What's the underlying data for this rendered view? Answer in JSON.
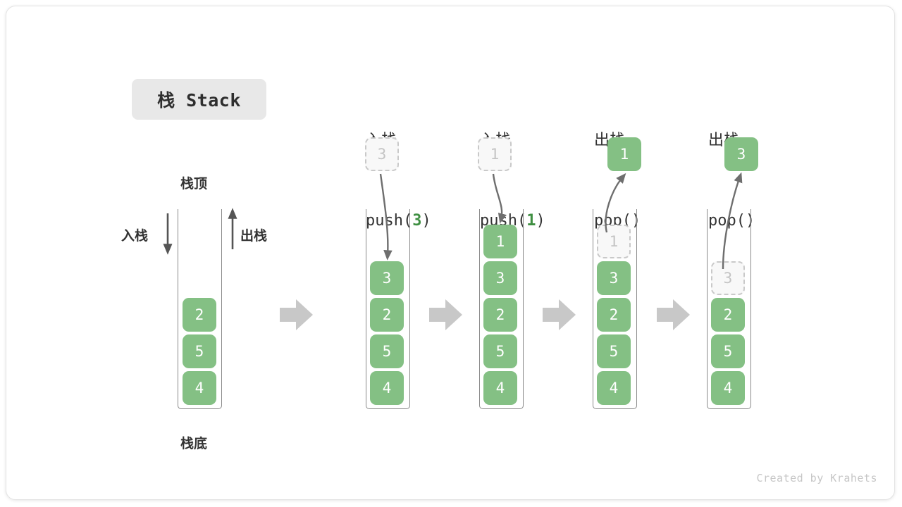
{
  "title": {
    "text": "栈 Stack"
  },
  "colors": {
    "cell_green": "#84c084",
    "accent_green": "#3f8f42",
    "ghost_fill": "#f8f8f8",
    "ghost_border": "#c9c9c9",
    "arrow_gray": "#6e6e6e",
    "block_arrow_gray": "#c8c8c8",
    "text_dark": "#333333",
    "badge_bg": "#e8e8e8"
  },
  "left_stack": {
    "top_label": "栈顶",
    "bottom_label": "栈底",
    "push_label": "入栈",
    "pop_label": "出栈",
    "cells": [
      "2",
      "5",
      "4"
    ]
  },
  "steps": [
    {
      "id": "push-3",
      "action_cn": "入栈",
      "call_prefix": "push(",
      "call_arg": "3",
      "call_suffix": ")",
      "floating": {
        "value": "3",
        "style": "ghost",
        "position": "above"
      },
      "direction": "in",
      "cells": [
        "3",
        "2",
        "5",
        "4"
      ]
    },
    {
      "id": "push-1",
      "action_cn": "入栈",
      "call_prefix": "push(",
      "call_arg": "1",
      "call_suffix": ")",
      "floating": {
        "value": "1",
        "style": "ghost",
        "position": "above"
      },
      "direction": "in",
      "cells": [
        "1",
        "3",
        "2",
        "5",
        "4"
      ]
    },
    {
      "id": "pop-1",
      "action_cn": "出栈",
      "call_prefix": "pop(",
      "call_arg": "",
      "call_suffix": ")",
      "floating": {
        "value": "1",
        "style": "green",
        "position": "above"
      },
      "direction": "out",
      "cells": [
        "1",
        "3",
        "2",
        "5",
        "4"
      ],
      "ghost_index": 0
    },
    {
      "id": "pop-2",
      "action_cn": "出栈",
      "call_prefix": "pop(",
      "call_arg": "",
      "call_suffix": ")",
      "floating": {
        "value": "3",
        "style": "green",
        "position": "above"
      },
      "direction": "out",
      "cells": [
        "3",
        "2",
        "5",
        "4"
      ],
      "ghost_index": 0
    }
  ],
  "credit": "Created by Krahets"
}
